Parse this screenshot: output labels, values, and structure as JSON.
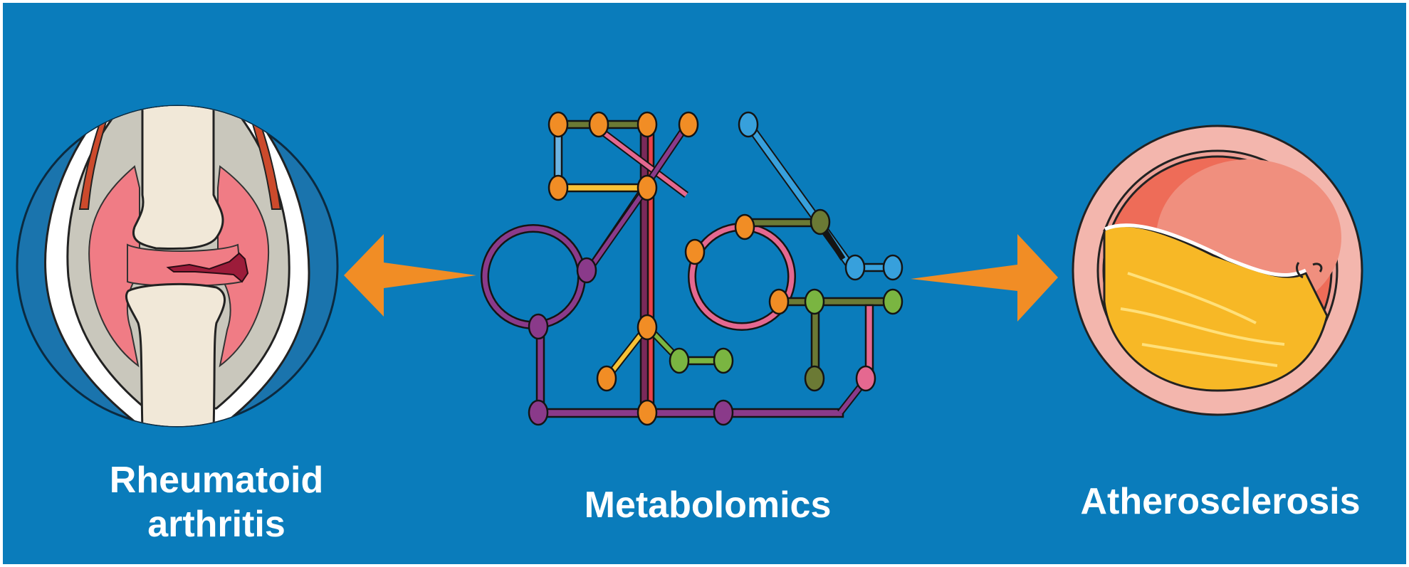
{
  "labels": {
    "left_line1": "Rheumatoid",
    "left_line2": "arthritis",
    "center": "Metabolomics",
    "right": "Atherosclerosis"
  },
  "colors": {
    "background": "#0a7cbb",
    "arrow": "#f18d25",
    "text": "#ffffff"
  },
  "icons": {
    "left": "joint-cross-section-icon",
    "center": "metabolic-pathway-network-icon",
    "right": "artery-plaque-cross-section-icon",
    "arrows": "arrow-left, arrow-right"
  }
}
